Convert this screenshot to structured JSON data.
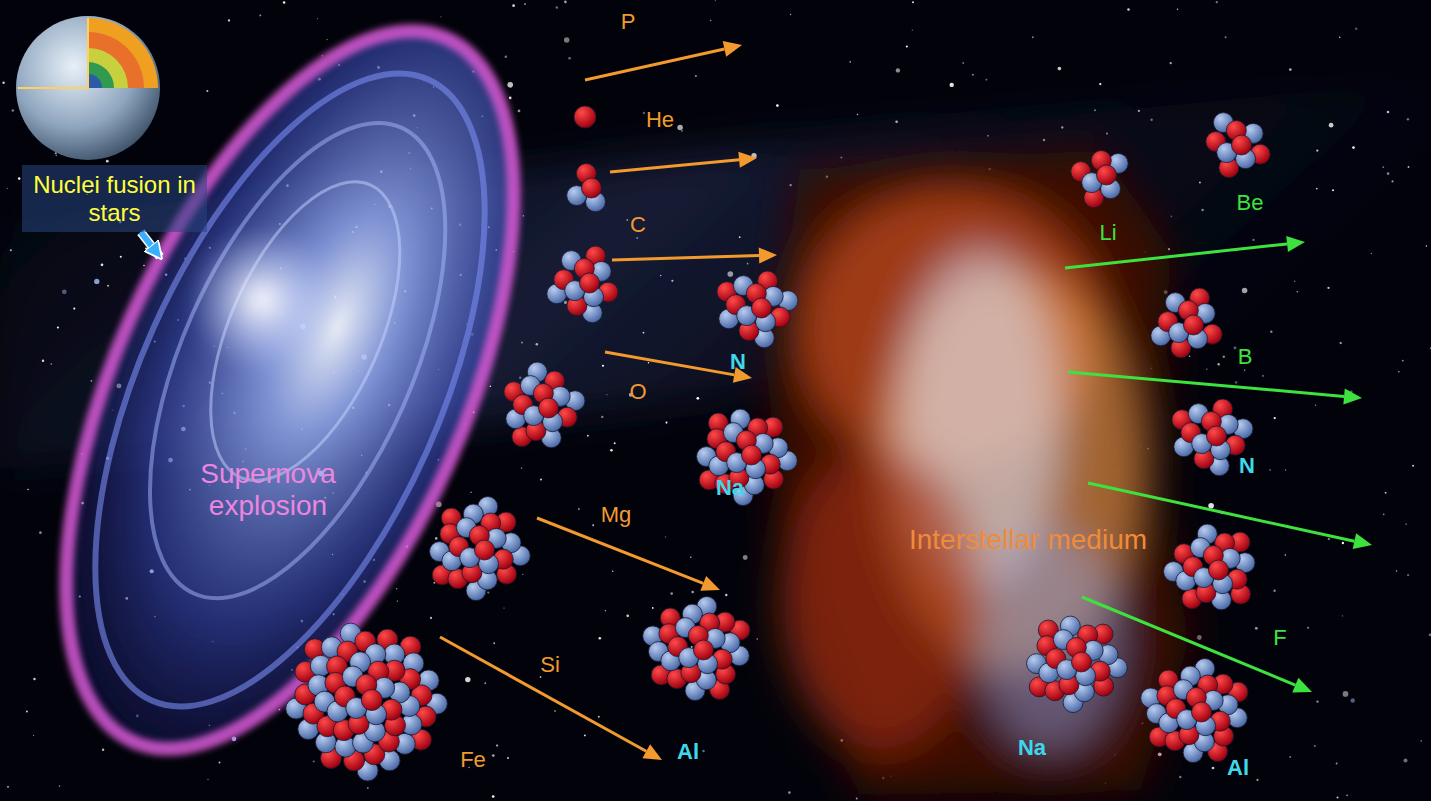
{
  "diagram": {
    "nodes": [
      {
        "text": [
          "Nuclei fusion in stars"
        ]
      },
      {
        "text": [
          "Supernova explosion"
        ]
      },
      {
        "text": [
          "Interstellar medium"
        ]
      }
    ],
    "edges": [
      {
        "from": 0,
        "to": 1,
        "arrow": "to"
      }
    ],
    "labels": [
      "P",
      "He",
      "C",
      "O",
      "N",
      "Na",
      "Mg",
      "Si",
      "Fe",
      "Al",
      "Li",
      "Be",
      "B",
      "N",
      "F",
      "Na",
      "Al"
    ]
  }
}
